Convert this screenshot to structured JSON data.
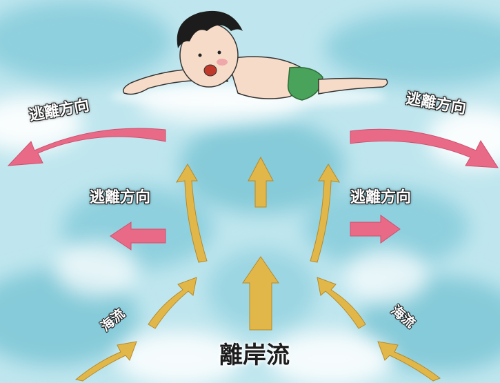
{
  "labels": {
    "escape_top_left": "逃離方向",
    "escape_top_right": "逃離方向",
    "escape_mid_left": "逃離方向",
    "escape_mid_right": "逃離方向",
    "current_left": "海流",
    "current_right": "海流",
    "rip_current": "離岸流"
  },
  "colors": {
    "water": "#8fd0de",
    "foam": "#ffffff",
    "escape_arrow": "#e96a86",
    "current_arrow": "#e2b74a",
    "swimsuit": "#4aa35a"
  }
}
